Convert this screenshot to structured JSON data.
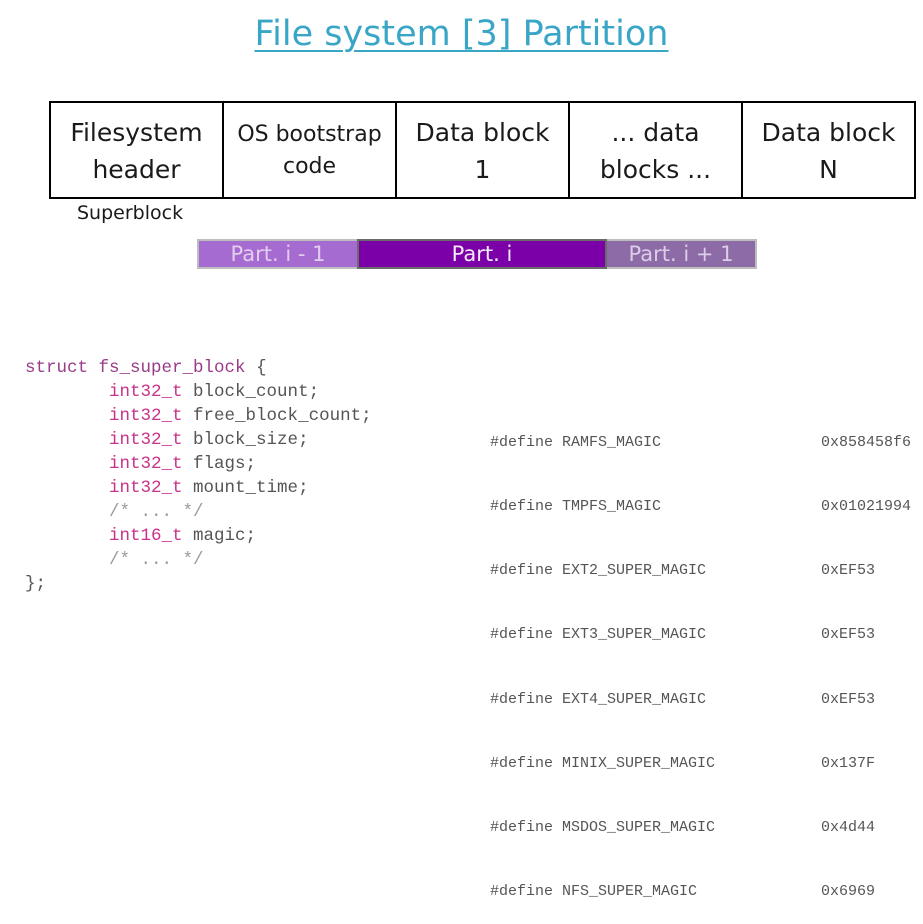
{
  "title": "File system [3] Partition",
  "blocks": [
    {
      "line1": "Filesystem",
      "line2": "header"
    },
    {
      "line1": "OS bootstrap",
      "line2": "code"
    },
    {
      "line1": "Data block",
      "line2": "1"
    },
    {
      "line1": "... data",
      "line2": "blocks ..."
    },
    {
      "line1": "Data block",
      "line2": "N"
    }
  ],
  "superblock_label": "Superblock",
  "partitions": {
    "prev": "Part. i - 1",
    "current": "Part. i",
    "next": "Part. i + 1"
  },
  "struct_code": {
    "kw_struct": "struct",
    "name": "fs_super_block",
    "open_brace": "{",
    "fields": [
      {
        "type": "int32_t",
        "name": "block_count;"
      },
      {
        "type": "int32_t",
        "name": "free_block_count;"
      },
      {
        "type": "int32_t",
        "name": "block_size;"
      },
      {
        "type": "int32_t",
        "name": "flags;"
      },
      {
        "type": "int32_t",
        "name": "mount_time;"
      }
    ],
    "comment1": "/* ... */",
    "magic_field": {
      "type": "int16_t",
      "name": "magic;"
    },
    "comment2": "/* ... */",
    "close": "};"
  },
  "defines": [
    {
      "name": "#define RAMFS_MAGIC",
      "value": "0x858458f6"
    },
    {
      "name": "#define TMPFS_MAGIC",
      "value": "0x01021994"
    },
    {
      "name": "#define EXT2_SUPER_MAGIC",
      "value": "0xEF53"
    },
    {
      "name": "#define EXT3_SUPER_MAGIC",
      "value": "0xEF53"
    },
    {
      "name": "#define EXT4_SUPER_MAGIC",
      "value": "0xEF53"
    },
    {
      "name": "#define MINIX_SUPER_MAGIC",
      "value": "0x137F"
    },
    {
      "name": "#define MSDOS_SUPER_MAGIC",
      "value": "0x4d44"
    },
    {
      "name": "#define NFS_SUPER_MAGIC",
      "value": "0x6969"
    }
  ],
  "colors": {
    "title": "#3aa6c7",
    "part_prev": "#a66bd0",
    "part_current": "#7b00a8",
    "part_next": "#8d6ba6",
    "keyword": "#9a3b8a",
    "type": "#c8328a"
  }
}
